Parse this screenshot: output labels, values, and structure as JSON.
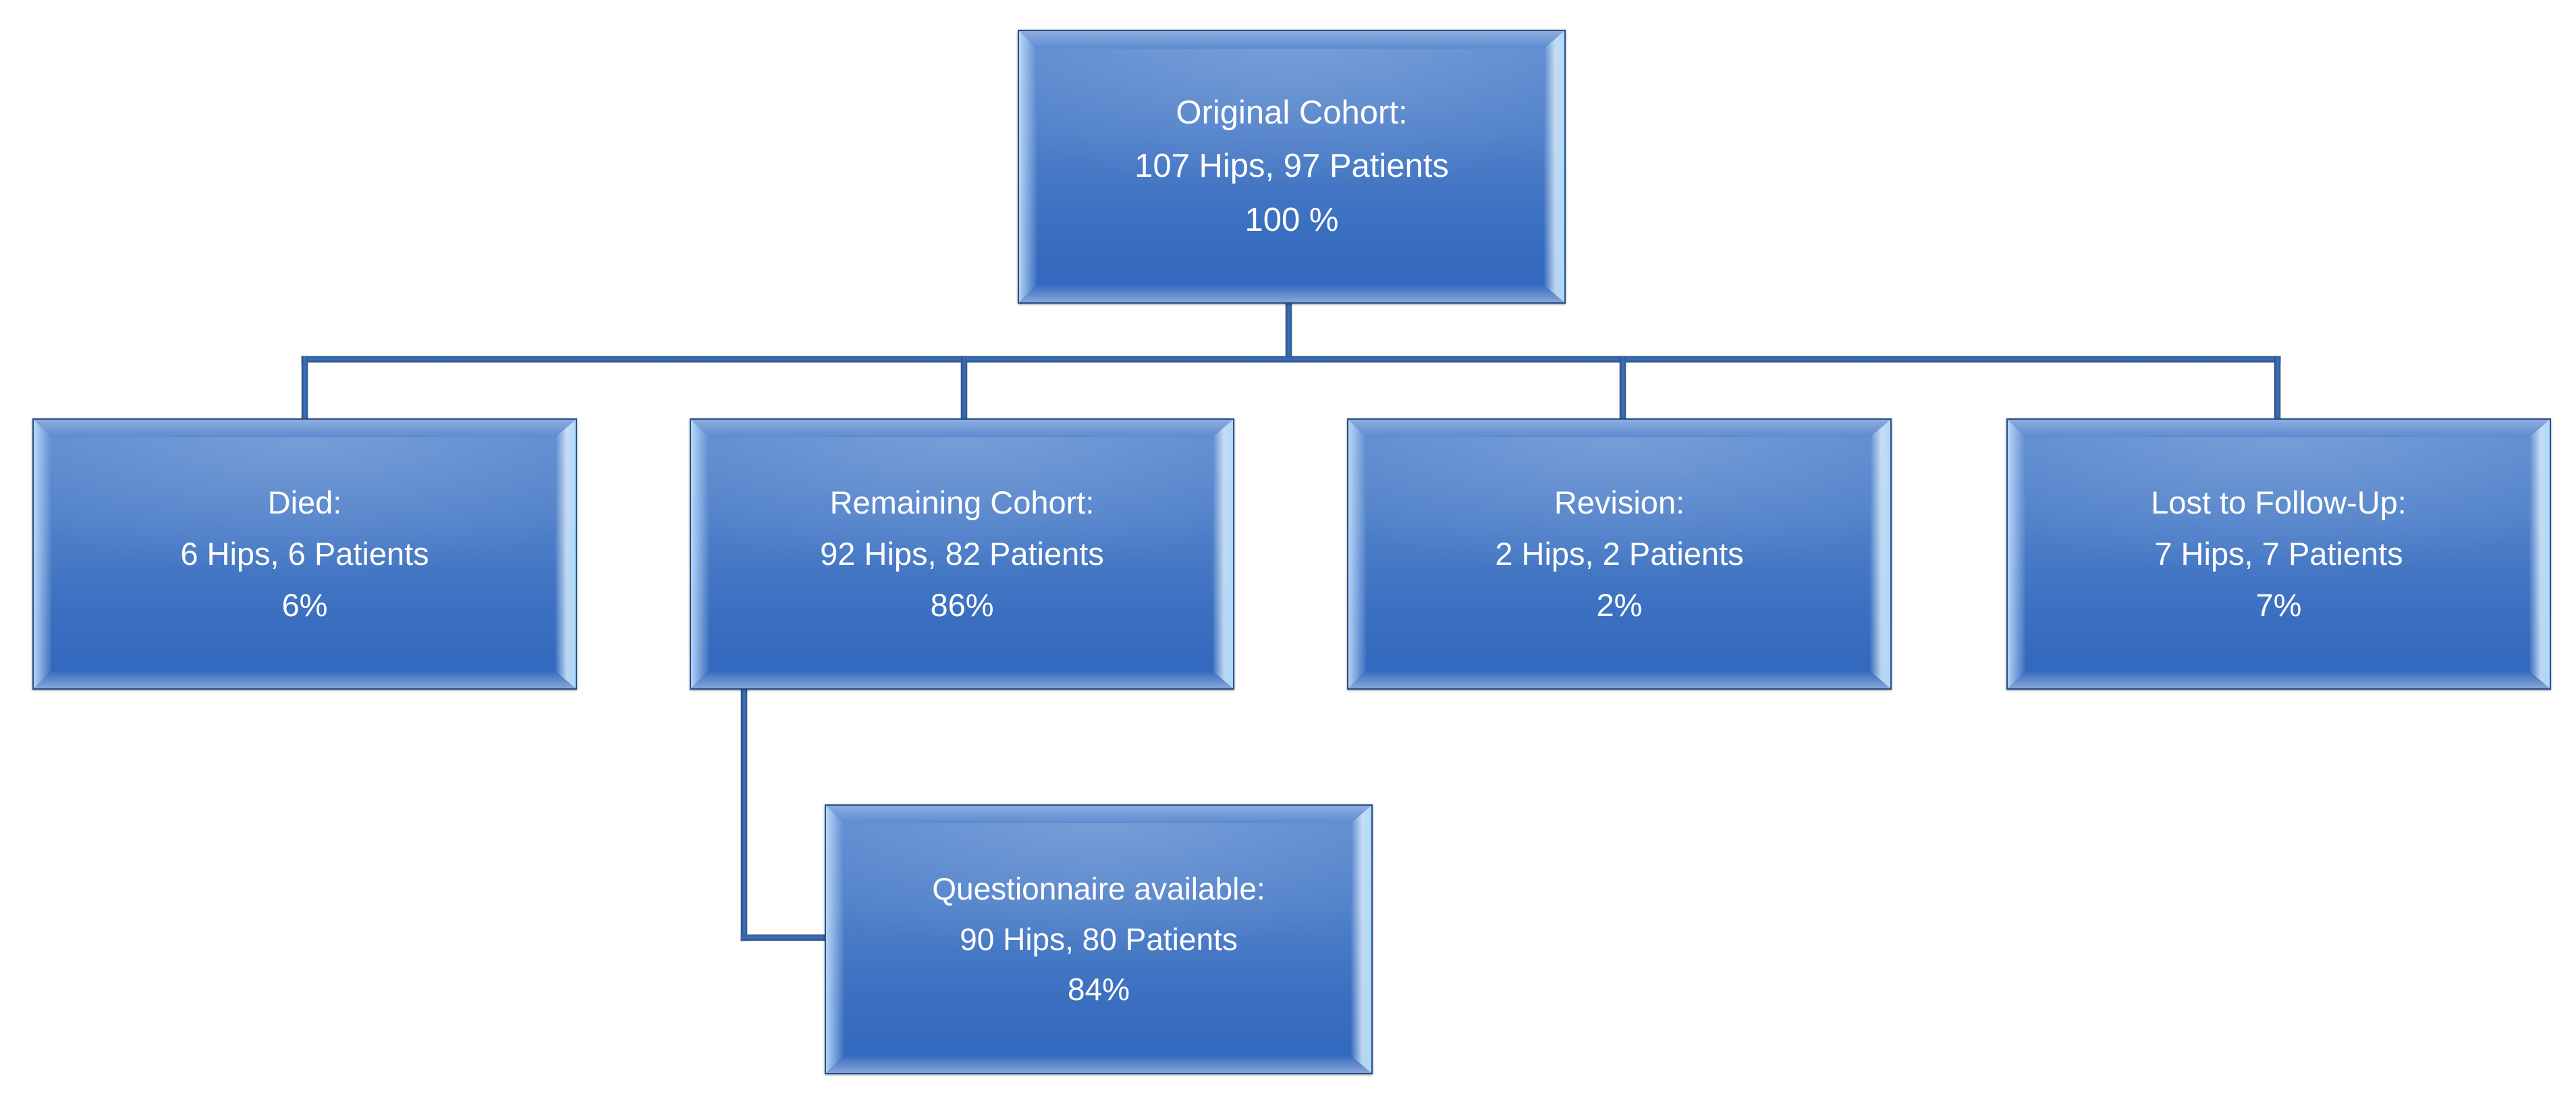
{
  "diagram": {
    "title": "Patient cohort flow diagram",
    "accent_color": "#3b6fc0",
    "border_color": "#2a4f83",
    "connector_color": "#2E5C9A",
    "text_color": "#ffffff",
    "background_color": "#ffffff"
  },
  "nodes": {
    "original_cohort": {
      "heading": "Original  Cohort:",
      "counts": "107 Hips, 97 Patients",
      "percent": "100 %"
    },
    "died": {
      "heading": "Died:",
      "counts": "6 Hips, 6 Patients",
      "percent": "6%"
    },
    "remaining_cohort": {
      "heading": "Remaining Cohort:",
      "counts": "92 Hips, 82 Patients",
      "percent": "86%"
    },
    "revision": {
      "heading": "Revision:",
      "counts": "2 Hips, 2 Patients",
      "percent": "2%"
    },
    "lost_to_followup": {
      "heading": "Lost to Follow-Up:",
      "counts": "7 Hips, 7 Patients",
      "percent": "7%"
    },
    "questionnaire": {
      "heading": "Questionnaire available:",
      "counts": "90 Hips, 80 Patients",
      "percent": "84%"
    }
  },
  "chart_data": {
    "type": "diagram",
    "title": "Original Cohort follow-up flow",
    "total_hips": 107,
    "total_patients": 97,
    "nodes": [
      {
        "id": "original_cohort",
        "label": "Original  Cohort:",
        "hips": 107,
        "patients": 97,
        "percent": 100,
        "level": 0
      },
      {
        "id": "died",
        "label": "Died:",
        "hips": 6,
        "patients": 6,
        "percent": 6,
        "level": 1
      },
      {
        "id": "remaining_cohort",
        "label": "Remaining Cohort:",
        "hips": 92,
        "patients": 82,
        "percent": 86,
        "level": 1
      },
      {
        "id": "revision",
        "label": "Revision:",
        "hips": 2,
        "patients": 2,
        "percent": 2,
        "level": 1
      },
      {
        "id": "lost_to_followup",
        "label": "Lost to Follow-Up:",
        "hips": 7,
        "patients": 7,
        "percent": 7,
        "level": 1
      },
      {
        "id": "questionnaire",
        "label": "Questionnaire available:",
        "hips": 90,
        "patients": 80,
        "percent": 84,
        "level": 2
      }
    ],
    "edges": [
      {
        "from": "original_cohort",
        "to": "died"
      },
      {
        "from": "original_cohort",
        "to": "remaining_cohort"
      },
      {
        "from": "original_cohort",
        "to": "revision"
      },
      {
        "from": "original_cohort",
        "to": "lost_to_followup"
      },
      {
        "from": "remaining_cohort",
        "to": "questionnaire"
      }
    ]
  }
}
